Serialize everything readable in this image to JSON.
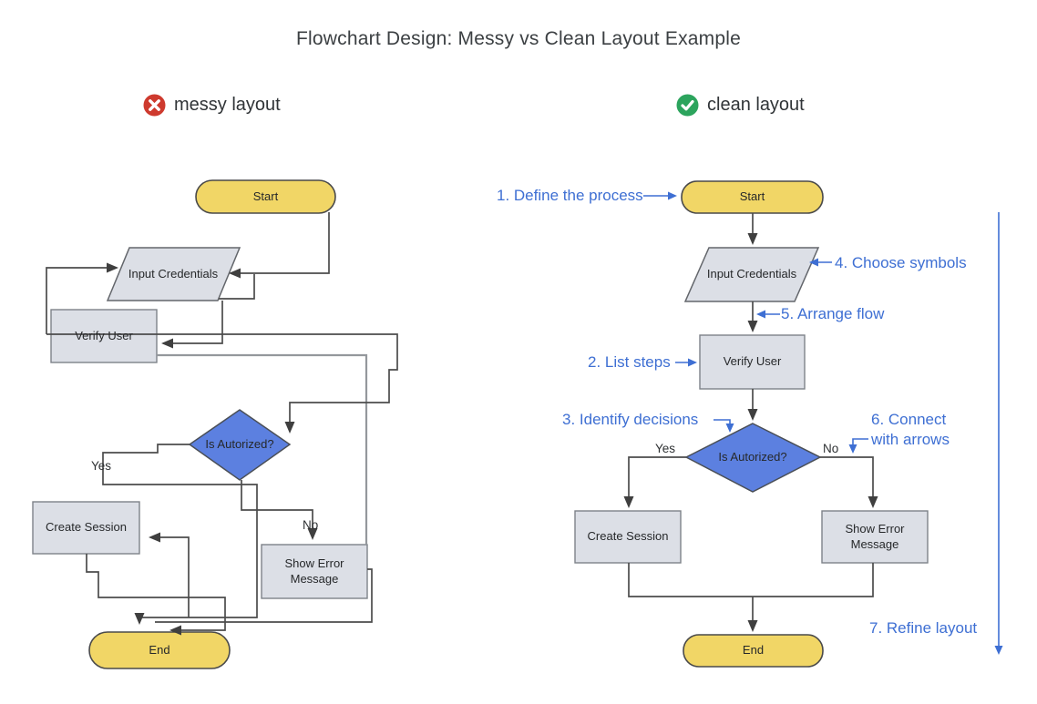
{
  "title": "Flowchart Design: Messy vs Clean Layout Example",
  "sections": {
    "messy": {
      "label": "messy layout",
      "icon": "x-circle-icon"
    },
    "clean": {
      "label": "clean layout",
      "icon": "check-circle-icon"
    }
  },
  "nodes": {
    "start": "Start",
    "input_credentials": "Input Credentials",
    "verify_user": "Verify User",
    "decision": "Is Autorized?",
    "create_session": "Create Session",
    "show_error": "Show Error Message",
    "end": "End"
  },
  "edge_labels": {
    "yes": "Yes",
    "no": "No"
  },
  "annotations": {
    "a1": "1. Define the process",
    "a2": "2. List steps",
    "a3": "3. Identify decisions",
    "a4": "4. Choose symbols",
    "a5": "5. Arrange flow",
    "a6": "6. Connect with arrows",
    "a7": "7. Refine layout"
  },
  "colors": {
    "terminator_fill": "#F1D666",
    "process_fill": "#DCDFE6",
    "decision_fill": "#5C80E0",
    "connector": "#4C4C4C",
    "faded_connector": "#94989C",
    "annotation_blue": "#3E6FD3",
    "error_red": "#CE3A2E",
    "success_green": "#2CA45D"
  }
}
